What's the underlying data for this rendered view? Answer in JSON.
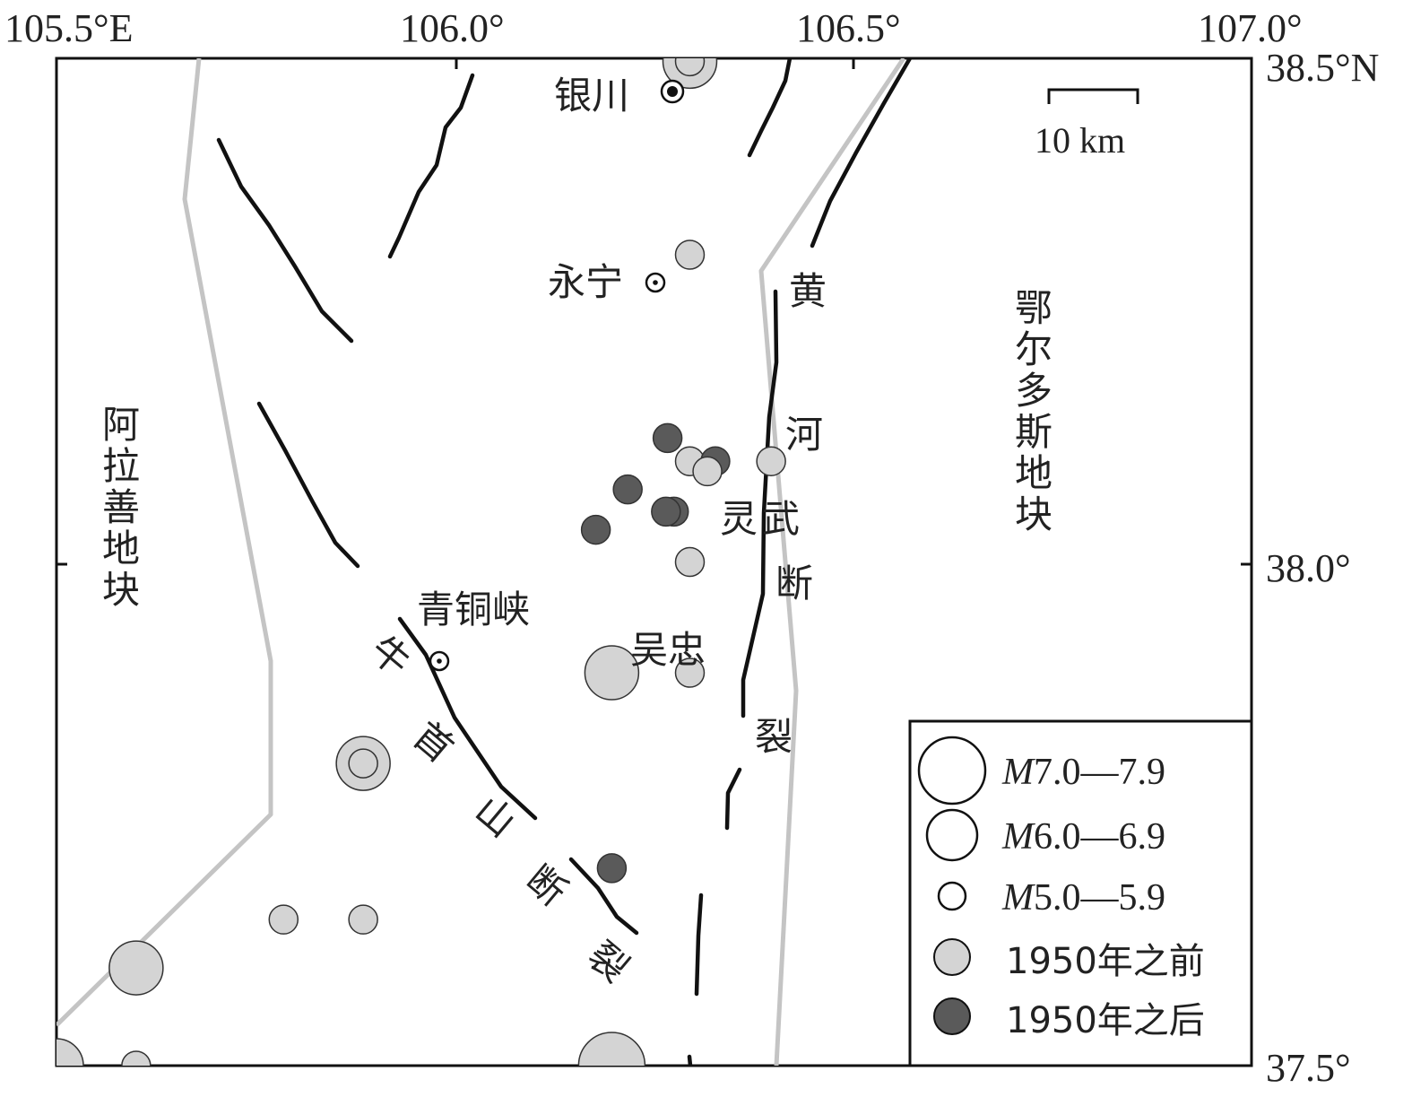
{
  "axes": {
    "top": [
      "105.5°E",
      "106.0°",
      "106.5°",
      "107.0°"
    ],
    "right": [
      "38.5°N",
      "38.0°",
      "37.5°"
    ]
  },
  "scale_bar": {
    "label": "10 km"
  },
  "cities": {
    "yinchuan": "银川",
    "yongning": "永宁",
    "qingtongxia": "青铜峡",
    "wuzhong": "吴忠"
  },
  "blocks": {
    "alashan": "阿拉善地块",
    "ordos": "鄂尔多斯地块"
  },
  "faults": {
    "yellow_river": "黄河",
    "lingwu": "灵武断裂",
    "niushoushan": "牛首山断裂"
  },
  "legend": [
    {
      "label_prefix": "M",
      "label": "7.0—7.9",
      "symbol": "circle-large"
    },
    {
      "label_prefix": "M",
      "label": "6.0—6.9",
      "symbol": "circle-medium"
    },
    {
      "label_prefix": "M",
      "label": "5.0—5.9",
      "symbol": "circle-small"
    },
    {
      "label": "1950年之前",
      "symbol": "fill-light",
      "color": "#d4d4d4"
    },
    {
      "label": "1950年之后",
      "symbol": "fill-dark",
      "color": "#5a5a5a"
    }
  ],
  "colors": {
    "before_1950": "#d4d4d4",
    "after_1950": "#5a5a5a",
    "block_boundary": "#c4c4c4",
    "fault": "#111111"
  },
  "earthquakes": [
    {
      "lon": 106.295,
      "lat": 38.497,
      "magnitude": "6.0—6.9",
      "period": "1950年之前"
    },
    {
      "lon": 106.295,
      "lat": 38.497,
      "magnitude": "5.0—5.9",
      "period": "1950年之前"
    },
    {
      "lon": 106.295,
      "lat": 38.305,
      "magnitude": "5.0—5.9",
      "period": "1950年之前"
    },
    {
      "lon": 106.267,
      "lat": 38.123,
      "magnitude": "5.0—5.9",
      "period": "1950年之后"
    },
    {
      "lon": 106.295,
      "lat": 38.1,
      "magnitude": "5.0—5.9",
      "period": "1950年之前"
    },
    {
      "lon": 106.327,
      "lat": 38.1,
      "magnitude": "5.0—5.9",
      "period": "1950年之后"
    },
    {
      "lon": 106.317,
      "lat": 38.09,
      "magnitude": "5.0—5.9",
      "period": "1950年之前"
    },
    {
      "lon": 106.397,
      "lat": 38.1,
      "magnitude": "5.0—5.9",
      "period": "1950年之前"
    },
    {
      "lon": 106.217,
      "lat": 38.072,
      "magnitude": "5.0—5.9",
      "period": "1950年之后"
    },
    {
      "lon": 106.275,
      "lat": 38.05,
      "magnitude": "5.0—5.9",
      "period": "1950年之后"
    },
    {
      "lon": 106.265,
      "lat": 38.05,
      "magnitude": "5.0—5.9",
      "period": "1950年之后"
    },
    {
      "lon": 106.177,
      "lat": 38.032,
      "magnitude": "5.0—5.9",
      "period": "1950年之后"
    },
    {
      "lon": 106.295,
      "lat": 38.0,
      "magnitude": "5.0—5.9",
      "period": "1950年之前"
    },
    {
      "lon": 106.197,
      "lat": 37.89,
      "magnitude": "6.0—6.9",
      "period": "1950年之前"
    },
    {
      "lon": 106.295,
      "lat": 37.89,
      "magnitude": "5.0—5.9",
      "period": "1950年之前"
    },
    {
      "lon": 105.885,
      "lat": 37.8,
      "magnitude": "6.0—6.9",
      "period": "1950年之前"
    },
    {
      "lon": 105.885,
      "lat": 37.8,
      "magnitude": "5.0—5.9",
      "period": "1950年之前"
    },
    {
      "lon": 106.197,
      "lat": 37.696,
      "magnitude": "5.0—5.9",
      "period": "1950年之后"
    },
    {
      "lon": 105.785,
      "lat": 37.645,
      "magnitude": "5.0—5.9",
      "period": "1950年之前"
    },
    {
      "lon": 105.885,
      "lat": 37.645,
      "magnitude": "5.0—5.9",
      "period": "1950年之前"
    },
    {
      "lon": 105.6,
      "lat": 37.597,
      "magnitude": "6.0—6.9",
      "period": "1950年之前"
    },
    {
      "lon": 105.5,
      "lat": 37.5,
      "magnitude": "6.0—6.9",
      "period": "1950年之前"
    },
    {
      "lon": 105.6,
      "lat": 37.5,
      "magnitude": "5.0—5.9",
      "period": "1950年之前"
    },
    {
      "lon": 106.197,
      "lat": 37.5,
      "magnitude": "7.0—7.9",
      "period": "1950年之前"
    }
  ]
}
